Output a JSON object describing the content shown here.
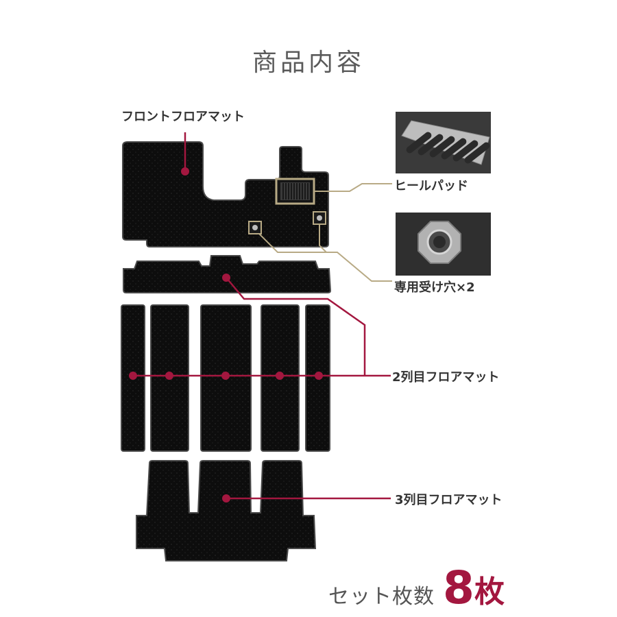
{
  "title": "商品内容",
  "labels": {
    "front_mat": "フロントフロアマット",
    "heel_pad": "ヒールパッド",
    "holes": "専用受け穴×2",
    "second_row": "2列目フロアマット",
    "third_row": "3列目フロアマット"
  },
  "set_count": {
    "label": "セット枚数",
    "number": "8",
    "unit": "枚"
  },
  "colors": {
    "accent": "#a3173f",
    "callout_gold": "#b8aa85",
    "mat": "#0d0d0d"
  }
}
